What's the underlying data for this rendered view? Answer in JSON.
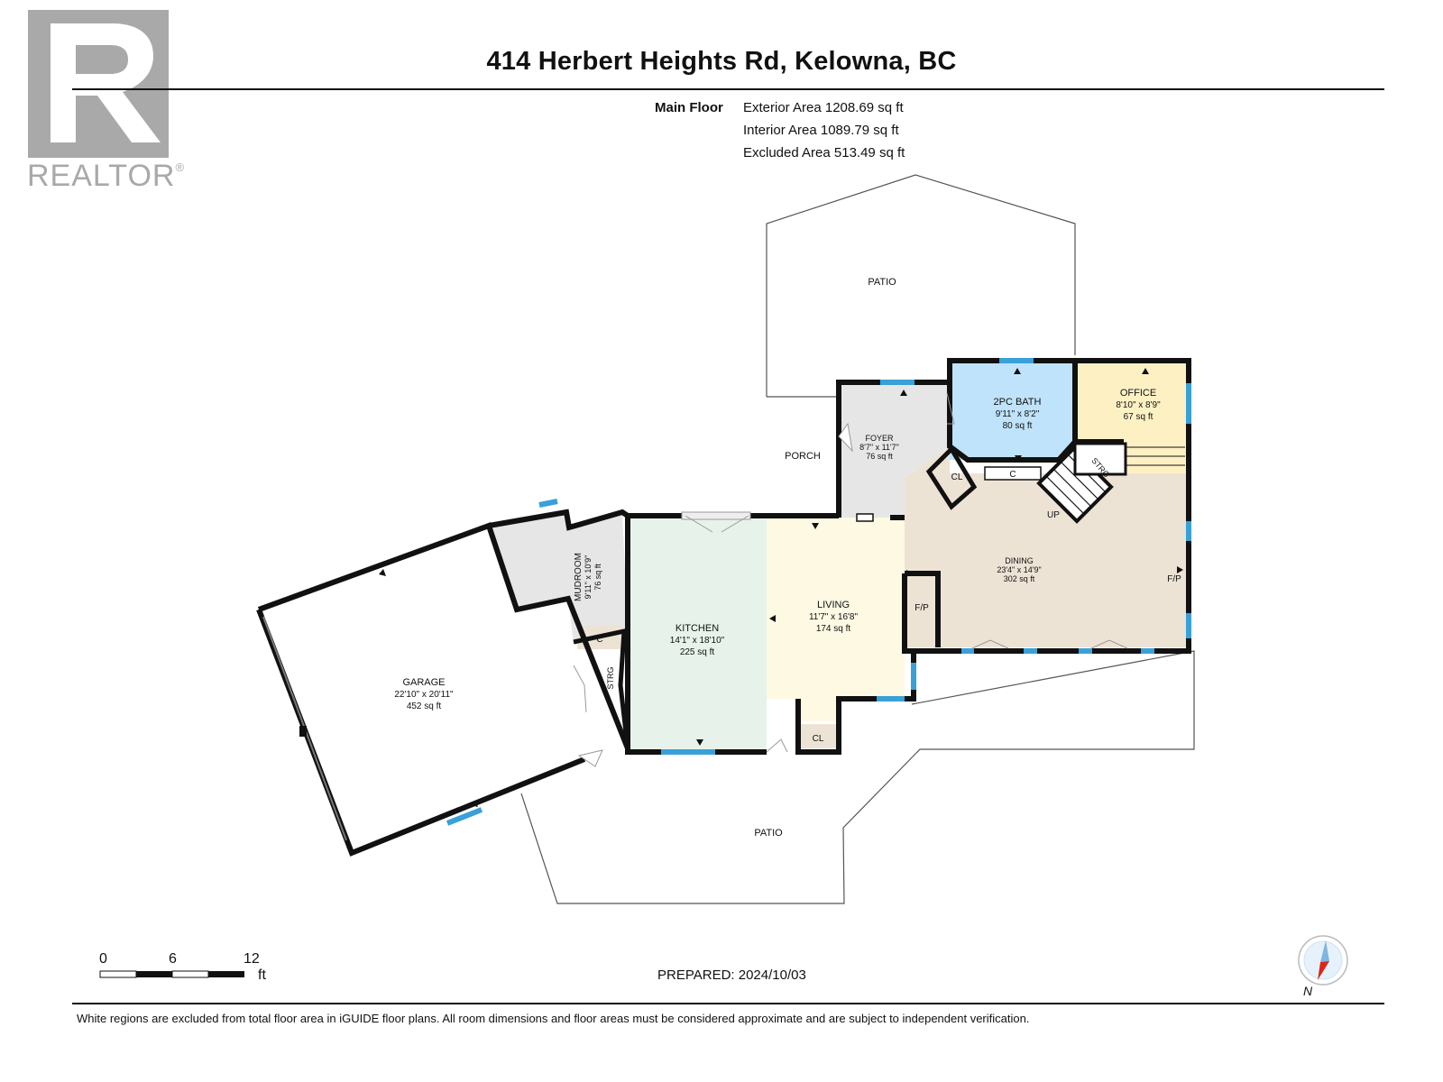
{
  "brand": {
    "logo_text": "REALTOR",
    "registered_mark": "®",
    "color": "#a9a9a9"
  },
  "header": {
    "title": "414 Herbert Heights Rd, Kelowna, BC",
    "floor_label": "Main Floor",
    "exterior_area": "Exterior Area 1208.69 sq ft",
    "interior_area": "Interior Area 1089.79 sq ft",
    "excluded_area": "Excluded Area 513.49 sq ft"
  },
  "rooms": {
    "garage": {
      "name": "GARAGE",
      "dims": "22'10\" x 20'11\"",
      "area": "452 sq ft",
      "color": "#ffffff"
    },
    "mudroom": {
      "name": "MUDROOM",
      "dims": "9'11\" x 10'9\"",
      "area": "76 sq ft",
      "color": "#e6e6e6"
    },
    "kitchen": {
      "name": "KITCHEN",
      "dims": "14'1\" x 18'10\"",
      "area": "225 sq ft",
      "color": "#e7f3ea"
    },
    "living": {
      "name": "LIVING",
      "dims": "11'7\" x 16'8\"",
      "area": "174 sq ft",
      "color": "#fdf9e3"
    },
    "foyer": {
      "name": "FOYER",
      "dims": "8'7\" x 11'7\"",
      "area": "76 sq ft",
      "color": "#e6e6e6"
    },
    "bath": {
      "name": "2PC BATH",
      "dims": "9'11\" x 8'2\"",
      "area": "80 sq ft",
      "color": "#bfe3fb"
    },
    "office": {
      "name": "OFFICE",
      "dims": "8'10\" x 8'9\"",
      "area": "67 sq ft",
      "color": "#fdf1c4"
    },
    "dining": {
      "name": "DINING",
      "dims": "23'4\" x 14'9\"",
      "area": "302 sq ft",
      "color": "#ede3d5"
    }
  },
  "labels": {
    "patio_top": "PATIO",
    "patio_bottom": "PATIO",
    "porch": "PORCH",
    "closet_foyer": "CL",
    "closet_living": "CL",
    "closet_bath": "C",
    "closet_mudroom": "C",
    "storage_stairs": "STRG",
    "storage_garage": "STRG",
    "up": "UP",
    "fireplace_living": "F/P",
    "fireplace_dining": "F/P"
  },
  "scale_bar": {
    "tick_0": "0",
    "tick_6": "6",
    "tick_12": "12",
    "unit": "ft"
  },
  "footer": {
    "prepared": "PREPARED: 2024/10/03",
    "compass_label": "N",
    "disclaimer": "White regions are excluded from total floor area in iGUIDE floor plans. All room dimensions and floor areas must be considered approximate and are subject to independent verification."
  },
  "colors": {
    "wall": "#111111",
    "window": "#3aa0d8",
    "outline": "#555555"
  }
}
